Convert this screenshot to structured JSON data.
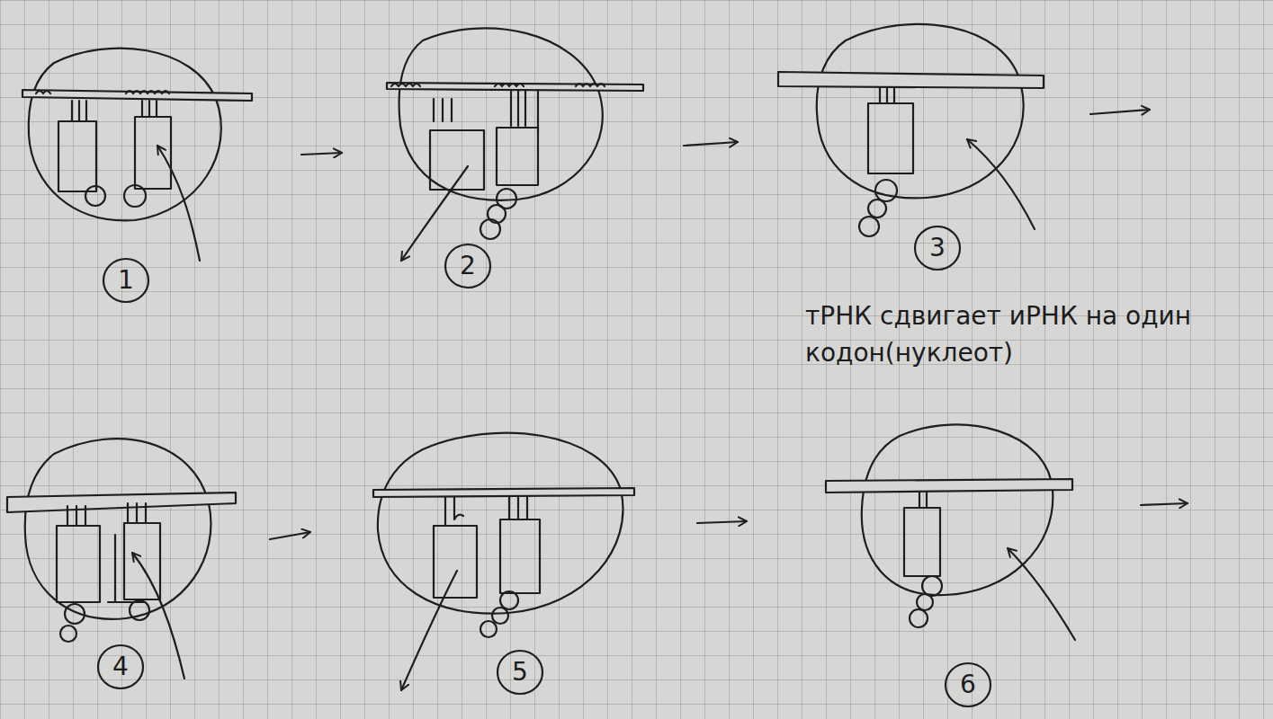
{
  "diagram": {
    "nodes": [
      {
        "text": [
          "1"
        ]
      },
      {
        "text": [
          "2"
        ]
      },
      {
        "text": [
          "3"
        ]
      },
      {
        "text": [
          "4"
        ]
      },
      {
        "text": [
          "5"
        ]
      },
      {
        "text": [
          "6"
        ]
      }
    ],
    "labels": [
      "тРНК сдвигает иРНК на один кодон(нуклеот)"
    ]
  }
}
